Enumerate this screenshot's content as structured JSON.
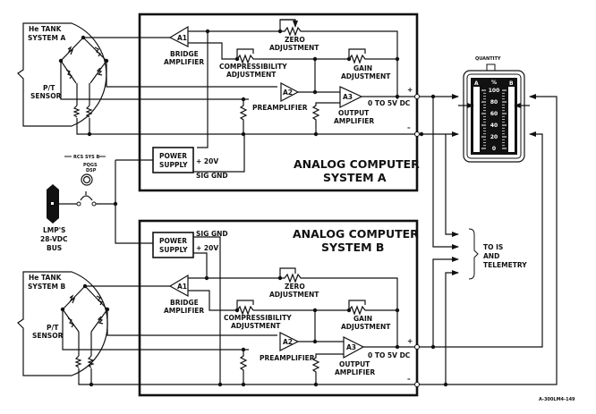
{
  "figure_id": "A-300LM4-149",
  "colors": {
    "ink": "#111111",
    "paper": "#ffffff"
  },
  "tank_a": {
    "title_line1": "He TANK",
    "title_line2": "SYSTEM A",
    "sensor_line1": "P/T",
    "sensor_line2": "SENSOR"
  },
  "tank_b": {
    "title_line1": "He TANK",
    "title_line2": "SYSTEM B",
    "sensor_line1": "P/T",
    "sensor_line2": "SENSOR"
  },
  "computer_a": {
    "title_line1": "ANALOG COMPUTER",
    "title_line2": "SYSTEM A",
    "a1_label": "A1",
    "a2_label": "A2",
    "a3_label": "A3",
    "bridge_line1": "BRIDGE",
    "bridge_line2": "AMPLIFIER",
    "zero_line1": "ZERO",
    "zero_line2": "ADJUSTMENT",
    "compress_line1": "COMPRESSIBILITY",
    "compress_line2": "ADJUSTMENT",
    "gain_line1": "GAIN",
    "gain_line2": "ADJUSTMENT",
    "preamp": "PREAMPLIFIER",
    "output_line1": "OUTPUT",
    "output_line2": "AMPLIFIER",
    "output_range": "0 TO 5V DC",
    "plus": "+",
    "minus": "–",
    "ps_line1": "POWER",
    "ps_line2": "SUPPLY",
    "ps_plus20": "+ 20V",
    "sig_gnd": "SIG GND"
  },
  "computer_b": {
    "title_line1": "ANALOG COMPUTER",
    "title_line2": "SYSTEM B",
    "a1_label": "A1",
    "a2_label": "A2",
    "a3_label": "A3",
    "bridge_line1": "BRIDGE",
    "bridge_line2": "AMPLIFIER",
    "zero_line1": "ZERO",
    "zero_line2": "ADJUSTMENT",
    "compress_line1": "COMPRESSIBILITY",
    "compress_line2": "ADJUSTMENT",
    "gain_line1": "GAIN",
    "gain_line2": "ADJUSTMENT",
    "preamp": "PREAMPLIFIER",
    "output_line1": "OUTPUT",
    "output_line2": "AMPLIFIER",
    "output_range": "0 TO 5V DC",
    "plus": "+",
    "minus": "–",
    "ps_line1": "POWER",
    "ps_line2": "SUPPLY",
    "ps_plus20": "+ 20V",
    "sig_gnd": "SIG GND"
  },
  "power": {
    "breaker_group": "RCS SYS B",
    "breaker_label_line1": "PQGS",
    "breaker_label_line2": "DSP",
    "bus_line1": "LMP'S",
    "bus_line2": "28-VDC",
    "bus_line3": "BUS"
  },
  "indicator": {
    "title": "QUANTITY",
    "unit": "%",
    "left_column": "A",
    "right_column": "B",
    "scale": [
      "100",
      "80",
      "60",
      "40",
      "20",
      "0"
    ]
  },
  "telemetry": {
    "line1": "TO IS",
    "line2": "AND",
    "line3": "TELEMETRY"
  }
}
